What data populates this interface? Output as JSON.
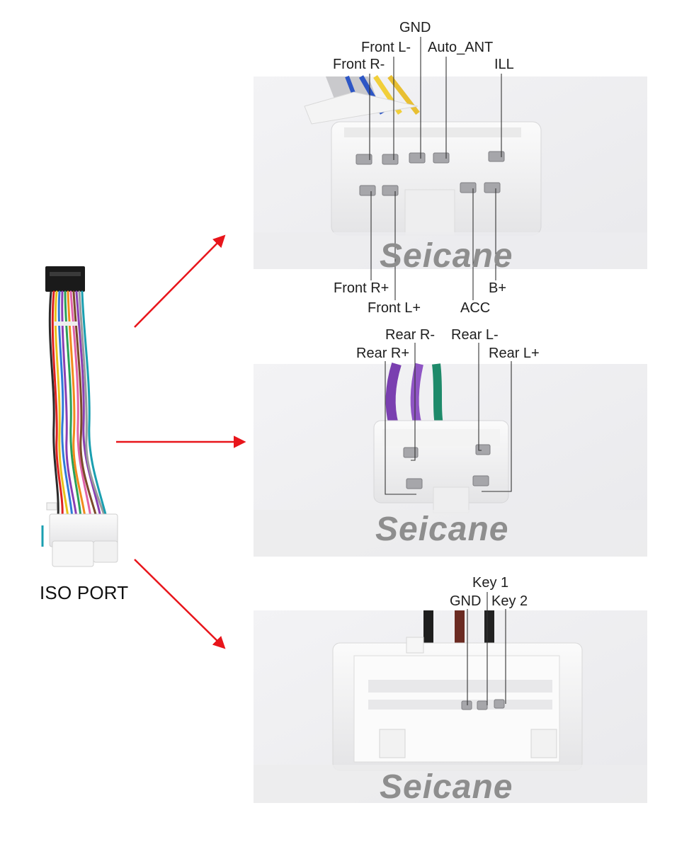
{
  "iso_label": "ISO PORT",
  "watermark": "Seicane",
  "connector1": {
    "top_labels": [
      "GND",
      "Front L-",
      "Auto_ANT",
      "Front R-",
      "ILL"
    ],
    "bottom_labels": [
      "Front R+",
      "B+",
      "Front L+",
      "ACC"
    ]
  },
  "connector2": {
    "labels": [
      "Rear R-",
      "Rear L-",
      "Rear R+",
      "Rear L+"
    ]
  },
  "connector3": {
    "labels": [
      "Key 1",
      "GND",
      "Key 2"
    ]
  },
  "colors": {
    "arrow": "#e8151b",
    "leader_line": "#333333",
    "watermark": "#8e8e8e"
  }
}
